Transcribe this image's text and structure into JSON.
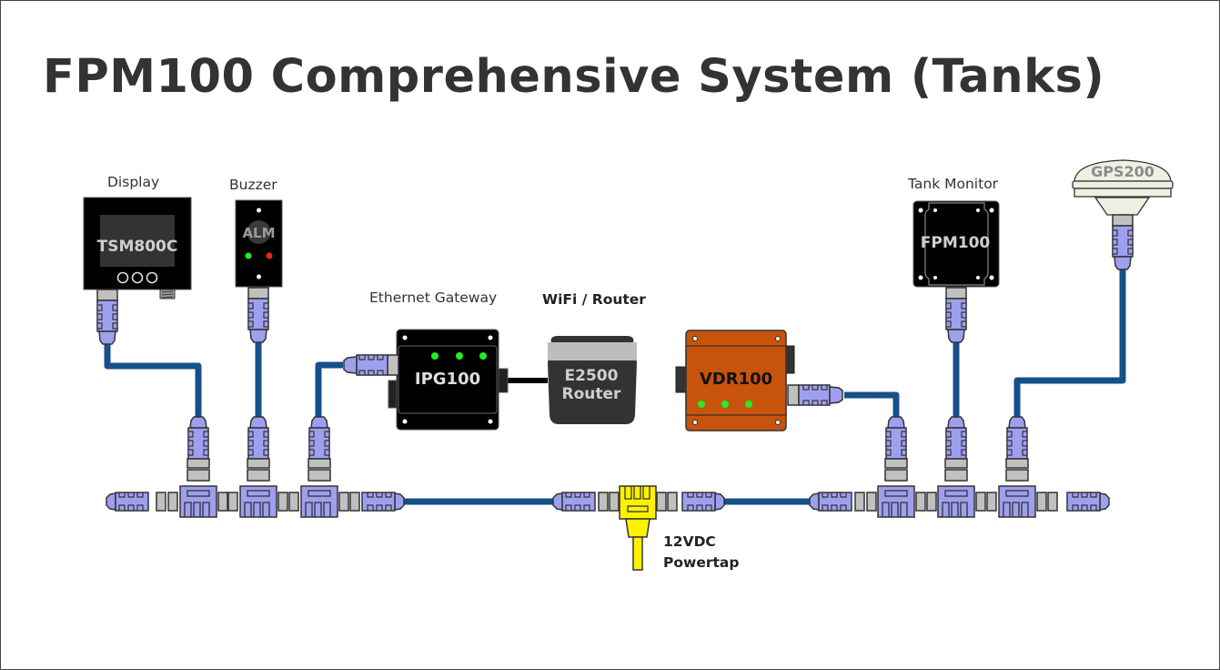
{
  "title": "FPM100 Comprehensive System (Tanks)",
  "labels": {
    "display": "Display",
    "buzzer": "Buzzer",
    "ethernet_gateway": "Ethernet Gateway",
    "wifi_router": "WiFi / Router",
    "tank_monitor": "Tank Monitor",
    "powertap_line1": "12VDC",
    "powertap_line2": "Powertap"
  },
  "devices": {
    "display": {
      "model": "TSM800C",
      "buttons": 3
    },
    "buzzer": {
      "model": "ALM",
      "leds": [
        "green",
        "red"
      ]
    },
    "gateway": {
      "model": "IPG100",
      "leds": [
        "green",
        "green",
        "green"
      ]
    },
    "router": {
      "model_line1": "E2500",
      "model_line2": "Router"
    },
    "vdr": {
      "model": "VDR100",
      "leds": [
        "green",
        "green",
        "green"
      ]
    },
    "tank_monitor": {
      "model": "FPM100"
    },
    "gps": {
      "model": "GPS200"
    }
  },
  "colors": {
    "title": "#333333",
    "cable": "#16508a",
    "connector": "#9f9ff0",
    "connector_outline": "#333333",
    "coupler": "#c0c0c0",
    "device_black": "#000000",
    "vdr_orange": "#c8530c",
    "router_gray": "#333333",
    "router_band": "#bdbdbd",
    "powertap": "#fff200",
    "led_green": "#22ee22",
    "led_red": "#ee2222",
    "gps_cream": "#efefe2"
  }
}
